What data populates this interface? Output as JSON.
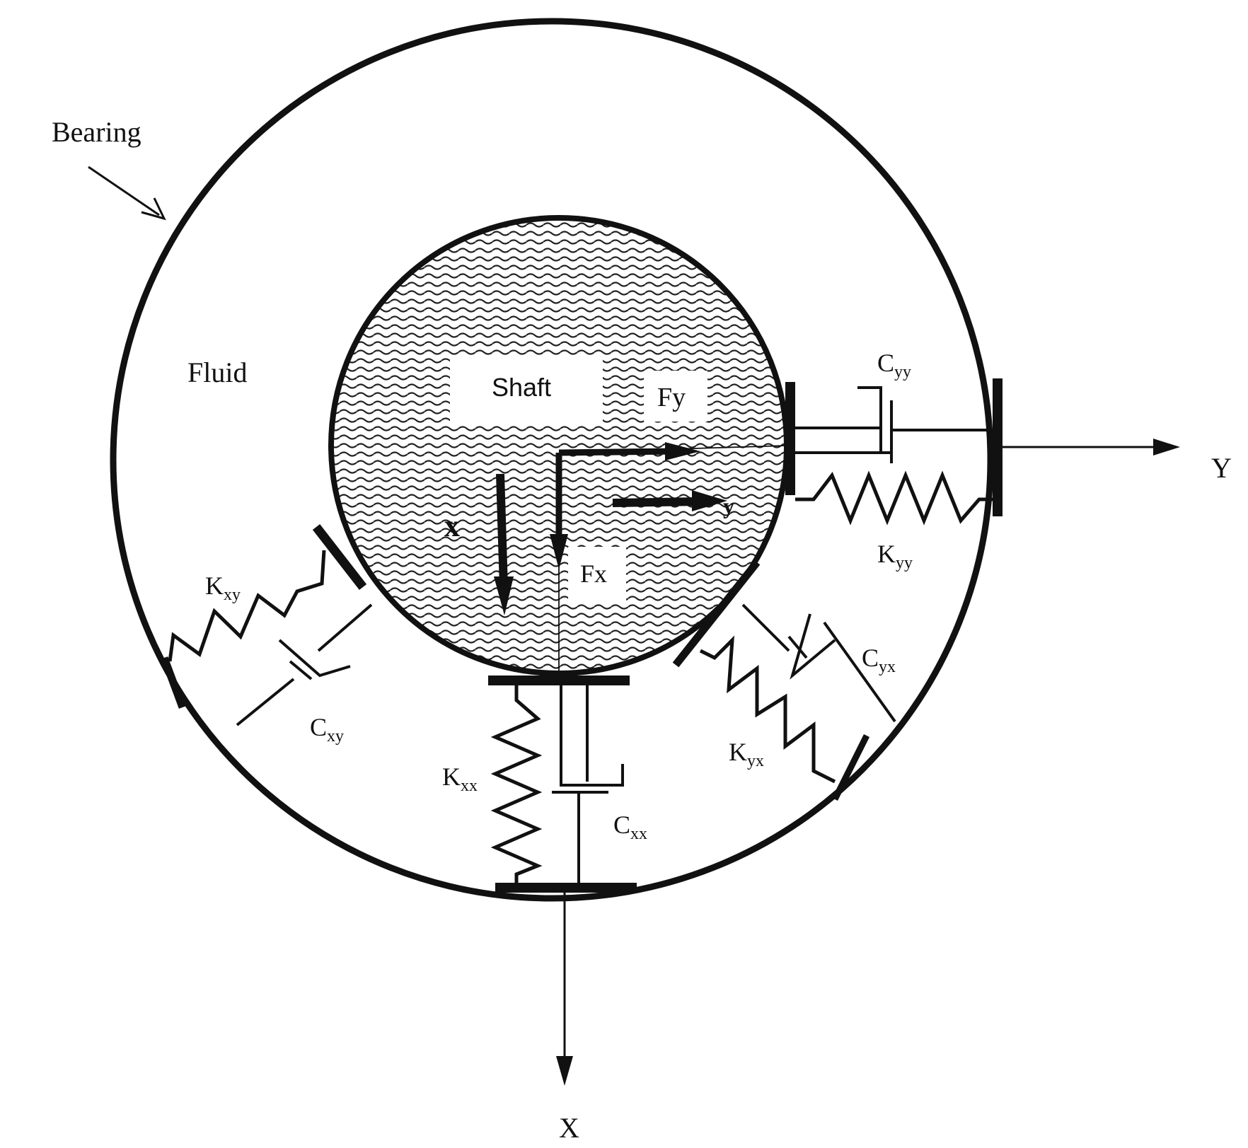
{
  "labels": {
    "bearing": "Bearing",
    "fluid": "Fluid",
    "shaft": "Shaft",
    "fy": "Fy",
    "fx": "Fx",
    "x_local": "x",
    "y_local": "y",
    "axis_x": "X",
    "axis_y": "Y"
  },
  "springs": {
    "kxx": {
      "main": "K",
      "sub": "xx"
    },
    "kxy": {
      "main": "K",
      "sub": "xy"
    },
    "kyx": {
      "main": "K",
      "sub": "yx"
    },
    "kyy": {
      "main": "K",
      "sub": "yy"
    }
  },
  "dampers": {
    "cxx": {
      "main": "C",
      "sub": "xx"
    },
    "cxy": {
      "main": "C",
      "sub": "xy"
    },
    "cyx": {
      "main": "C",
      "sub": "yx"
    },
    "cyy": {
      "main": "C",
      "sub": "yy"
    }
  },
  "colors": {
    "ink": "#111111",
    "background": "#ffffff"
  }
}
